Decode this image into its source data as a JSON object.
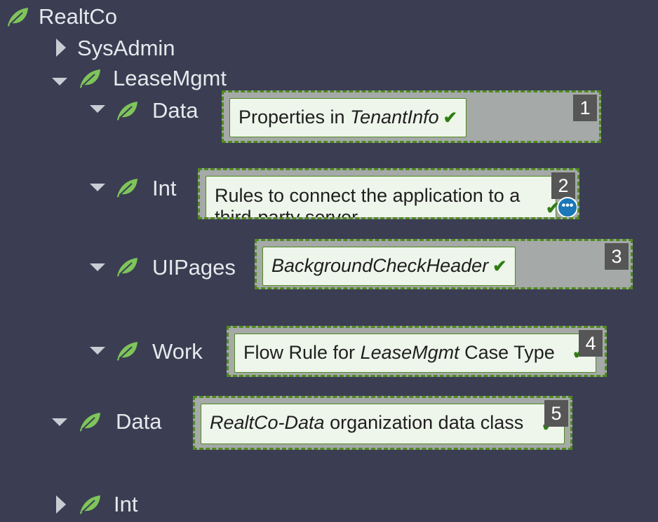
{
  "tree": {
    "root": {
      "label": "RealtCo"
    },
    "sysadmin": {
      "label": "SysAdmin"
    },
    "leasemgmt": {
      "label": "LeaseMgmt"
    },
    "leasemgmt_data": {
      "label": "Data"
    },
    "leasemgmt_int": {
      "label": "Int"
    },
    "leasemgmt_uipages": {
      "label": "UIPages"
    },
    "leasemgmt_work": {
      "label": "Work"
    },
    "data": {
      "label": "Data"
    },
    "int": {
      "label": "Int"
    }
  },
  "callouts": [
    {
      "number": "1",
      "prefix": "Properties in ",
      "italic": "TenantInfo",
      "suffix": ""
    },
    {
      "number": "2",
      "text": "Rules to connect the application to a third-party server"
    },
    {
      "number": "3",
      "italic": "BackgroundCheckHeader"
    },
    {
      "number": "4",
      "prefix": "Flow Rule for ",
      "italic": "LeaseMgmt",
      "suffix": " Case Type"
    },
    {
      "number": "5",
      "italic": "RealtCo-Data",
      "suffix": " organization data class"
    }
  ],
  "icons": {
    "leaf": "leaf-icon",
    "expanded": "caret-down-icon",
    "collapsed": "caret-right-icon",
    "check": "check-icon",
    "more": "more-options-icon"
  },
  "colors": {
    "background": "#3b3d52",
    "leaf_green": "#7ec55a",
    "callout_border": "#4f8a1e",
    "callout_fill": "#a5a9a8",
    "badge": "#565656",
    "more_button": "#1a77b8"
  }
}
